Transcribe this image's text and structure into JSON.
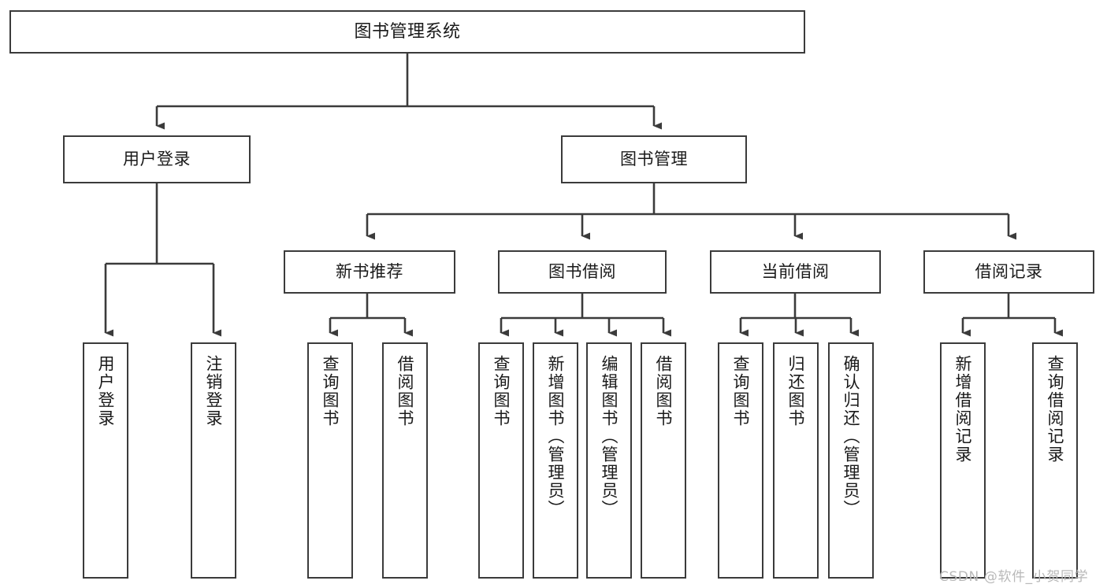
{
  "diagram": {
    "title": "图书管理系统",
    "type": "functional-structure-tree",
    "colors": {
      "box_border": "#3b3b3b",
      "box_fill": "#ffffff",
      "connector": "#3b3b3b",
      "canvas": "#ffffff",
      "watermark": "#b9b9b9"
    },
    "levels": {
      "root": {
        "label": "图书管理系统"
      },
      "level2": [
        {
          "label": "用户登录"
        },
        {
          "label": "图书管理"
        }
      ],
      "level3": [
        {
          "label": "新书推荐",
          "parent": "图书管理"
        },
        {
          "label": "图书借阅",
          "parent": "图书管理"
        },
        {
          "label": "当前借阅",
          "parent": "图书管理"
        },
        {
          "label": "借阅记录",
          "parent": "图书管理"
        }
      ],
      "leaves": [
        {
          "label": "用户登录",
          "parent": "用户登录"
        },
        {
          "label": "注销登录",
          "parent": "用户登录"
        },
        {
          "label": "查询图书",
          "parent": "新书推荐"
        },
        {
          "label": "借阅图书",
          "parent": "新书推荐"
        },
        {
          "label": "查询图书",
          "parent": "图书借阅"
        },
        {
          "label": "新增图书（管理员）",
          "parent": "图书借阅"
        },
        {
          "label": "编辑图书（管理员）",
          "parent": "图书借阅"
        },
        {
          "label": "借阅图书",
          "parent": "图书借阅"
        },
        {
          "label": "查询图书",
          "parent": "当前借阅"
        },
        {
          "label": "归还图书",
          "parent": "当前借阅"
        },
        {
          "label": "确认归还（管理员）",
          "parent": "当前借阅"
        },
        {
          "label": "新增借阅记录",
          "parent": "借阅记录"
        },
        {
          "label": "查询借阅记录",
          "parent": "借阅记录"
        }
      ]
    },
    "watermark": "CSDN @软件_小贺同学"
  }
}
